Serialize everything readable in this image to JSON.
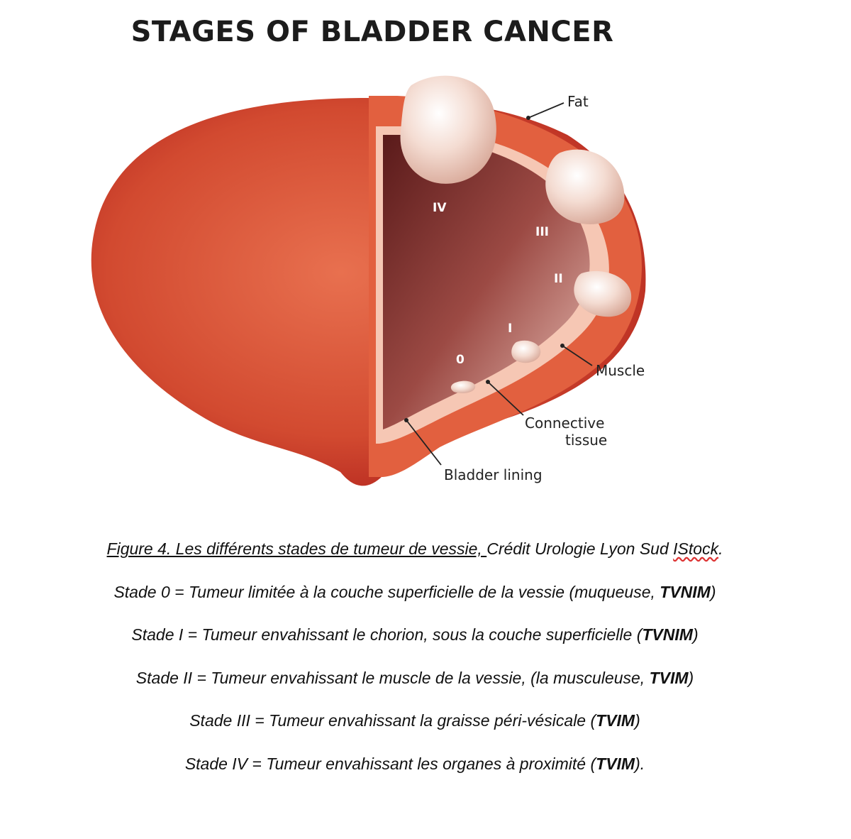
{
  "title": "STAGES OF BLADDER CANCER",
  "labels": {
    "fat": "Fat",
    "muscle": "Muscle",
    "connective_line1": "Connective",
    "connective_line2": "tissue",
    "lining": "Bladder lining"
  },
  "stage_markers": {
    "s0": "0",
    "s1": "I",
    "s2": "II",
    "s3": "III",
    "s4": "IV"
  },
  "caption": {
    "figure_underlined": "Figure 4. Les différents stades de tumeur de vessie, ",
    "figure_credit": "Crédit Urologie Lyon Sud ",
    "figure_istock": "IStock",
    "figure_end": "."
  },
  "stages": [
    {
      "text": "Stade 0 = Tumeur limitée à la couche superficielle de la vessie (muqueuse, ",
      "bold": "TVNIM",
      "end": ")"
    },
    {
      "text": "Stade I = Tumeur envahissant le chorion, sous la couche superficielle (",
      "bold": "TVNIM",
      "end": ")"
    },
    {
      "text": "Stade II = Tumeur envahissant le muscle de la vessie, (la musculeuse, ",
      "bold": "TVIM",
      "end": ")"
    },
    {
      "text": "Stade III = Tumeur envahissant la graisse péri-vésicale (",
      "bold": "TVIM",
      "end": ")"
    },
    {
      "text": "Stade IV = Tumeur envahissant les organes à proximité (",
      "bold": "TVIM",
      "end": ")."
    }
  ],
  "colors": {
    "bladder_outer": "#d9543a",
    "bladder_dark": "#b31f1a",
    "fat_layer": "#ef8060",
    "connective": "#f6c7b4",
    "lining_inner": "#7c2c2c",
    "tumor": "#f4ddd2"
  }
}
